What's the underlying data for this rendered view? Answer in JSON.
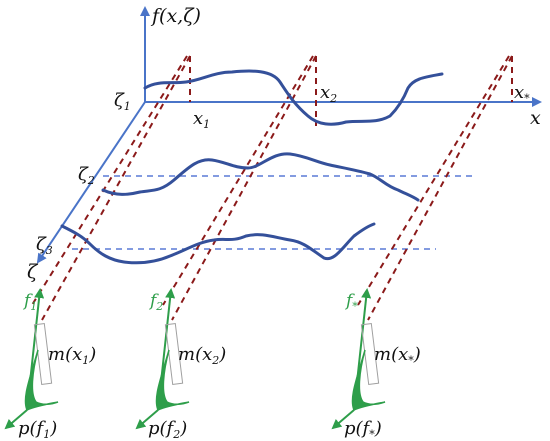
{
  "colors": {
    "axis": "#4a74c8",
    "curve": "#34509a",
    "dashed_red": "#8b1a1a",
    "dashed_blue": "#5a7ad6",
    "green": "#2e9e4a",
    "text": "#111111"
  },
  "labels": {
    "f_axis": {
      "main": "f(x,ζ)"
    },
    "x_axis": "x",
    "zeta_axis": "ζ",
    "zeta1": {
      "main": "ζ",
      "sub": "1"
    },
    "zeta2": {
      "main": "ζ",
      "sub": "2"
    },
    "zeta3": {
      "main": "ζ",
      "sub": "3"
    },
    "x1": {
      "main": "x",
      "sub": "1"
    },
    "x2": {
      "main": "x",
      "sub": "2"
    },
    "xs": {
      "main": "x",
      "sub": "*"
    },
    "f1": {
      "main": "f",
      "sub": "1"
    },
    "f2": {
      "main": "f",
      "sub": "2"
    },
    "fs": {
      "main": "f",
      "sub": "*"
    },
    "m1": {
      "pre": "m(x",
      "sub": "1",
      "post": ")"
    },
    "m2": {
      "pre": "m(x",
      "sub": "2",
      "post": ")"
    },
    "ms": {
      "pre": "m(x",
      "sub": "*",
      "post": ")"
    },
    "p1": {
      "pre": "p(f",
      "sub": "1",
      "post": ")"
    },
    "p2": {
      "pre": "p(f",
      "sub": "2",
      "post": ")"
    },
    "ps": {
      "pre": "p(f",
      "sub": "*",
      "post": ")"
    }
  }
}
